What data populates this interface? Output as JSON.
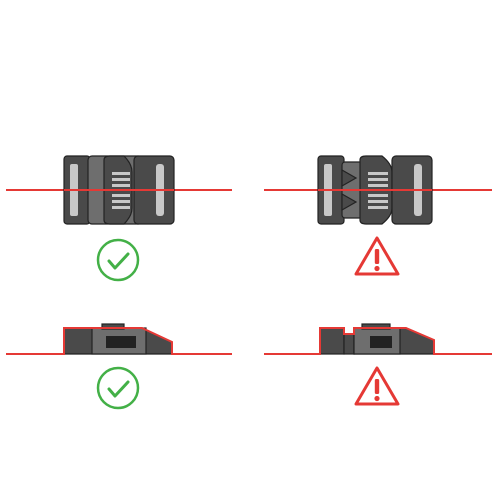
{
  "colors": {
    "background": "#ffffff",
    "line_red": "#e53935",
    "buckle_dark": "#4a4a4a",
    "buckle_mid": "#6e6e6e",
    "buckle_light": "#9a9a9a",
    "buckle_highlight": "#c8c8c8",
    "outline": "#222222",
    "check_green": "#43b047",
    "warning_red": "#e53935"
  },
  "panels": [
    {
      "id": "top-correct",
      "view": "top",
      "fit": "correct",
      "badge": "check-icon"
    },
    {
      "id": "top-incorrect",
      "view": "top",
      "fit": "incorrect",
      "badge": "warning-icon"
    },
    {
      "id": "side-correct",
      "view": "side",
      "fit": "correct",
      "badge": "check-icon"
    },
    {
      "id": "side-incorrect",
      "view": "side",
      "fit": "incorrect",
      "badge": "warning-icon"
    }
  ]
}
